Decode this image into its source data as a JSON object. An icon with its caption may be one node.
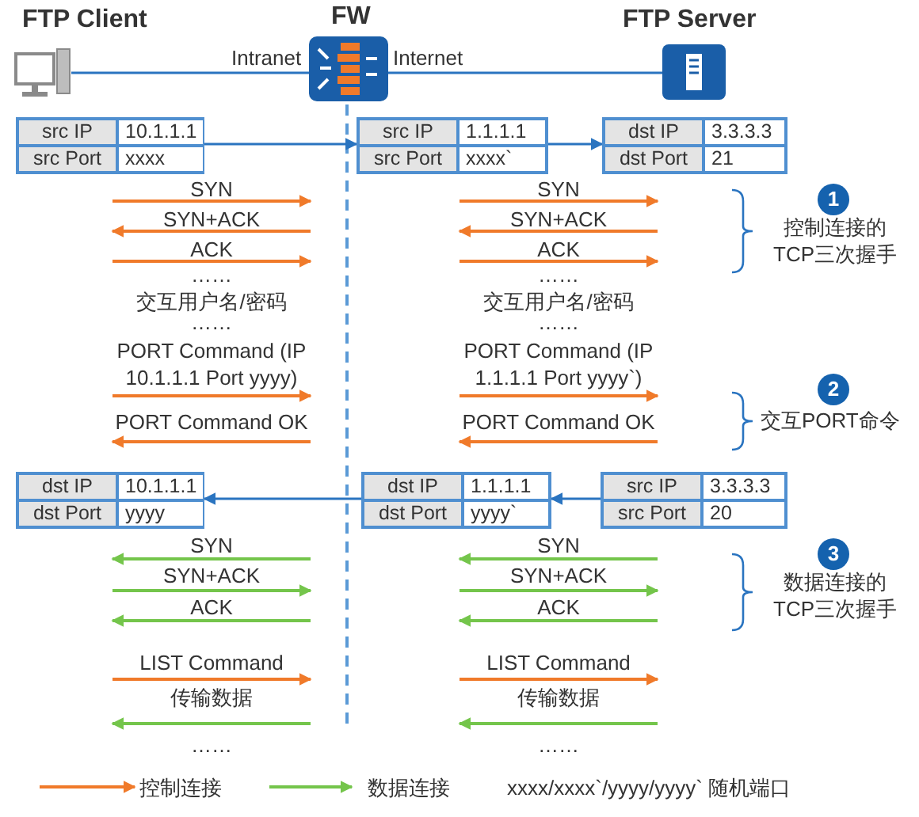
{
  "diagram": {
    "nodes": [
      {
        "text": [
          "FTP Client"
        ]
      },
      {
        "text": [
          "FW"
        ]
      },
      {
        "text": [
          "FTP Server"
        ]
      },
      {
        "text": [
          "src IP",
          "10.1.1.1",
          "src Port",
          "xxxx"
        ]
      },
      {
        "text": [
          "src IP",
          "1.1.1.1",
          "src Port",
          "xxxx`"
        ]
      },
      {
        "text": [
          "dst IP",
          "3.3.3.3",
          "dst Port",
          "21"
        ]
      },
      {
        "text": [
          "dst IP",
          "10.1.1.1",
          "dst Port",
          "yyyy"
        ]
      },
      {
        "text": [
          "dst IP",
          "1.1.1.1",
          "dst Port",
          "yyyy`"
        ]
      },
      {
        "text": [
          "src IP",
          "3.3.3.3",
          "src Port",
          "20"
        ]
      },
      {
        "text": [
          "1"
        ],
        "beside": [
          "控制连接的TCP三次握手"
        ]
      },
      {
        "text": [
          "2"
        ],
        "beside": [
          "交互PORT命令"
        ]
      },
      {
        "text": [
          "3"
        ],
        "beside": [
          "数据连接的TCP三次握手"
        ]
      }
    ],
    "edges": [
      {
        "from": 0,
        "to": 1,
        "arrow": "none",
        "label": "Intranet"
      },
      {
        "from": 1,
        "to": 2,
        "arrow": "none",
        "label": "Internet"
      },
      {
        "from": 3,
        "to": 4,
        "arrow": "to"
      },
      {
        "from": 4,
        "to": 5,
        "arrow": "to"
      },
      {
        "from": 8,
        "to": 7,
        "arrow": "to"
      },
      {
        "from": 7,
        "to": 6,
        "arrow": "to"
      }
    ],
    "labels": [
      "SYN",
      "SYN",
      "SYN+ACK",
      "SYN+ACK",
      "ACK",
      "ACK",
      "……",
      "……",
      "交互用户名/密码",
      "交互用户名/密码",
      "……",
      "……",
      "PORT Command (IP 10.1.1.1 Port yyyy)",
      "PORT Command (IP 1.1.1.1 Port yyyy`)",
      "PORT Command OK",
      "PORT Command OK",
      "SYN",
      "SYN",
      "SYN+ACK",
      "SYN+ACK",
      "ACK",
      "ACK",
      "LIST Command",
      "LIST Command",
      "传输数据",
      "传输数据",
      "……",
      "……",
      "xxxx/xxxx`/yyyy/yyyy` 随机端口"
    ],
    "legend": [
      {
        "text": "控制连接"
      },
      {
        "text": "数据连接"
      }
    ]
  }
}
